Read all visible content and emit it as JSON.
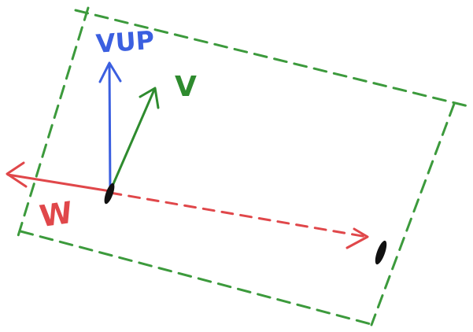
{
  "labels": {
    "vup": "VUP",
    "v": "V",
    "w": "W"
  },
  "colors": {
    "plane_outline": "#3c9a3c",
    "vup_vector": "#3b5fe0",
    "v_vector": "#2e8b2e",
    "w_vector": "#e0474a",
    "point": "#111111",
    "background": "#ffffff"
  }
}
